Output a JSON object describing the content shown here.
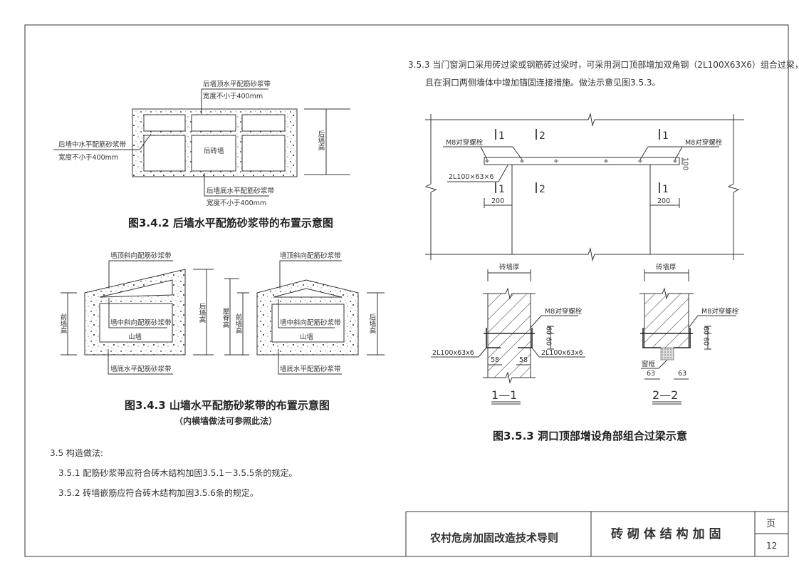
{
  "fig342": {
    "top_band": "后墙顶水平配筋砂浆带",
    "top_width": "宽度不小于400mm",
    "mid_band": "后墙中水平配筋砂浆带",
    "mid_width": "宽度不小于400mm",
    "bottom_band": "后墙底水平配筋砂浆带",
    "bottom_width": "宽度不小于400mm",
    "wall_label": "后砖墙",
    "height_label": "后墙高",
    "caption": "图3.4.2 后墙水平配筋砂浆带的布置示意图"
  },
  "fig343": {
    "left": {
      "top_band": "墙顶斜向配筋砂浆带",
      "mid_band": "墙中斜向配筋砂浆带",
      "wall_label": "山墙",
      "bottom_band": "墙底水平配筋砂浆带",
      "front_height": "前墙高",
      "rear_height": "后墙高"
    },
    "right": {
      "top_band": "墙顶斜向配筋砂浆带",
      "mid_band": "墙中斜向配筋砂浆带",
      "wall_label": "山墙",
      "bottom_band": "墙底水平配筋砂浆带",
      "ridge_height": "屋脊高",
      "front_height": "前墙高",
      "rear_height": "后墙高"
    },
    "caption": "图3.4.3 山墙水平配筋砂浆带的布置示意图",
    "subcaption": "（内横墙做法可参照此法）"
  },
  "section35": {
    "heading": "3.5  构造做法:",
    "item1": "3.5.1   配筋砂浆带应符合砖木结构加固3.5.1－3.5.5条的规定。",
    "item2": "3.5.2   砖墙嵌筋应符合砖木结构加固3.5.6条的规定。",
    "item3_line1": "3.5.3  当门窗洞口采用砖过梁或钢筋砖过梁时，可采用洞口顶部增加双角钢（2L100X63X6）组合过梁，",
    "item3_line2": "且在洞口两侧墙体中增加锚固连接措施。做法示意见图3.5.3。"
  },
  "fig353": {
    "bolt_left": "M8对穿螺栓",
    "bolt_right": "M8对穿螺栓",
    "angle": "2L100×63×6",
    "dim_100": "100",
    "dim_200_left": "200",
    "dim_200_right": "200",
    "sec_marks": [
      "1",
      "2",
      "1",
      "1",
      "2",
      "1"
    ],
    "s11": {
      "wall_thk": "砖墙厚",
      "bolt": "M8对穿螺栓",
      "dim_60": "60 60",
      "angle_left": "2L100x63x6",
      "angle_right": "2L100x63x6",
      "dim_left": "58",
      "dim_right": "58",
      "title": "1—1"
    },
    "s22": {
      "wall_thk": "砖墙厚",
      "bolt": "M8对穿螺栓",
      "dim_60": "60 60",
      "frame": "窗框",
      "dim_left": "63",
      "dim_right": "63",
      "title": "2—2"
    },
    "caption": "图3.5.3 洞口顶部增设角部组合过梁示意"
  },
  "title_block": {
    "book": "农村危房加固改造技术导则",
    "chapter": "砖 砌 体 结 构 加 固",
    "page_label": "页",
    "page_number": "12"
  }
}
